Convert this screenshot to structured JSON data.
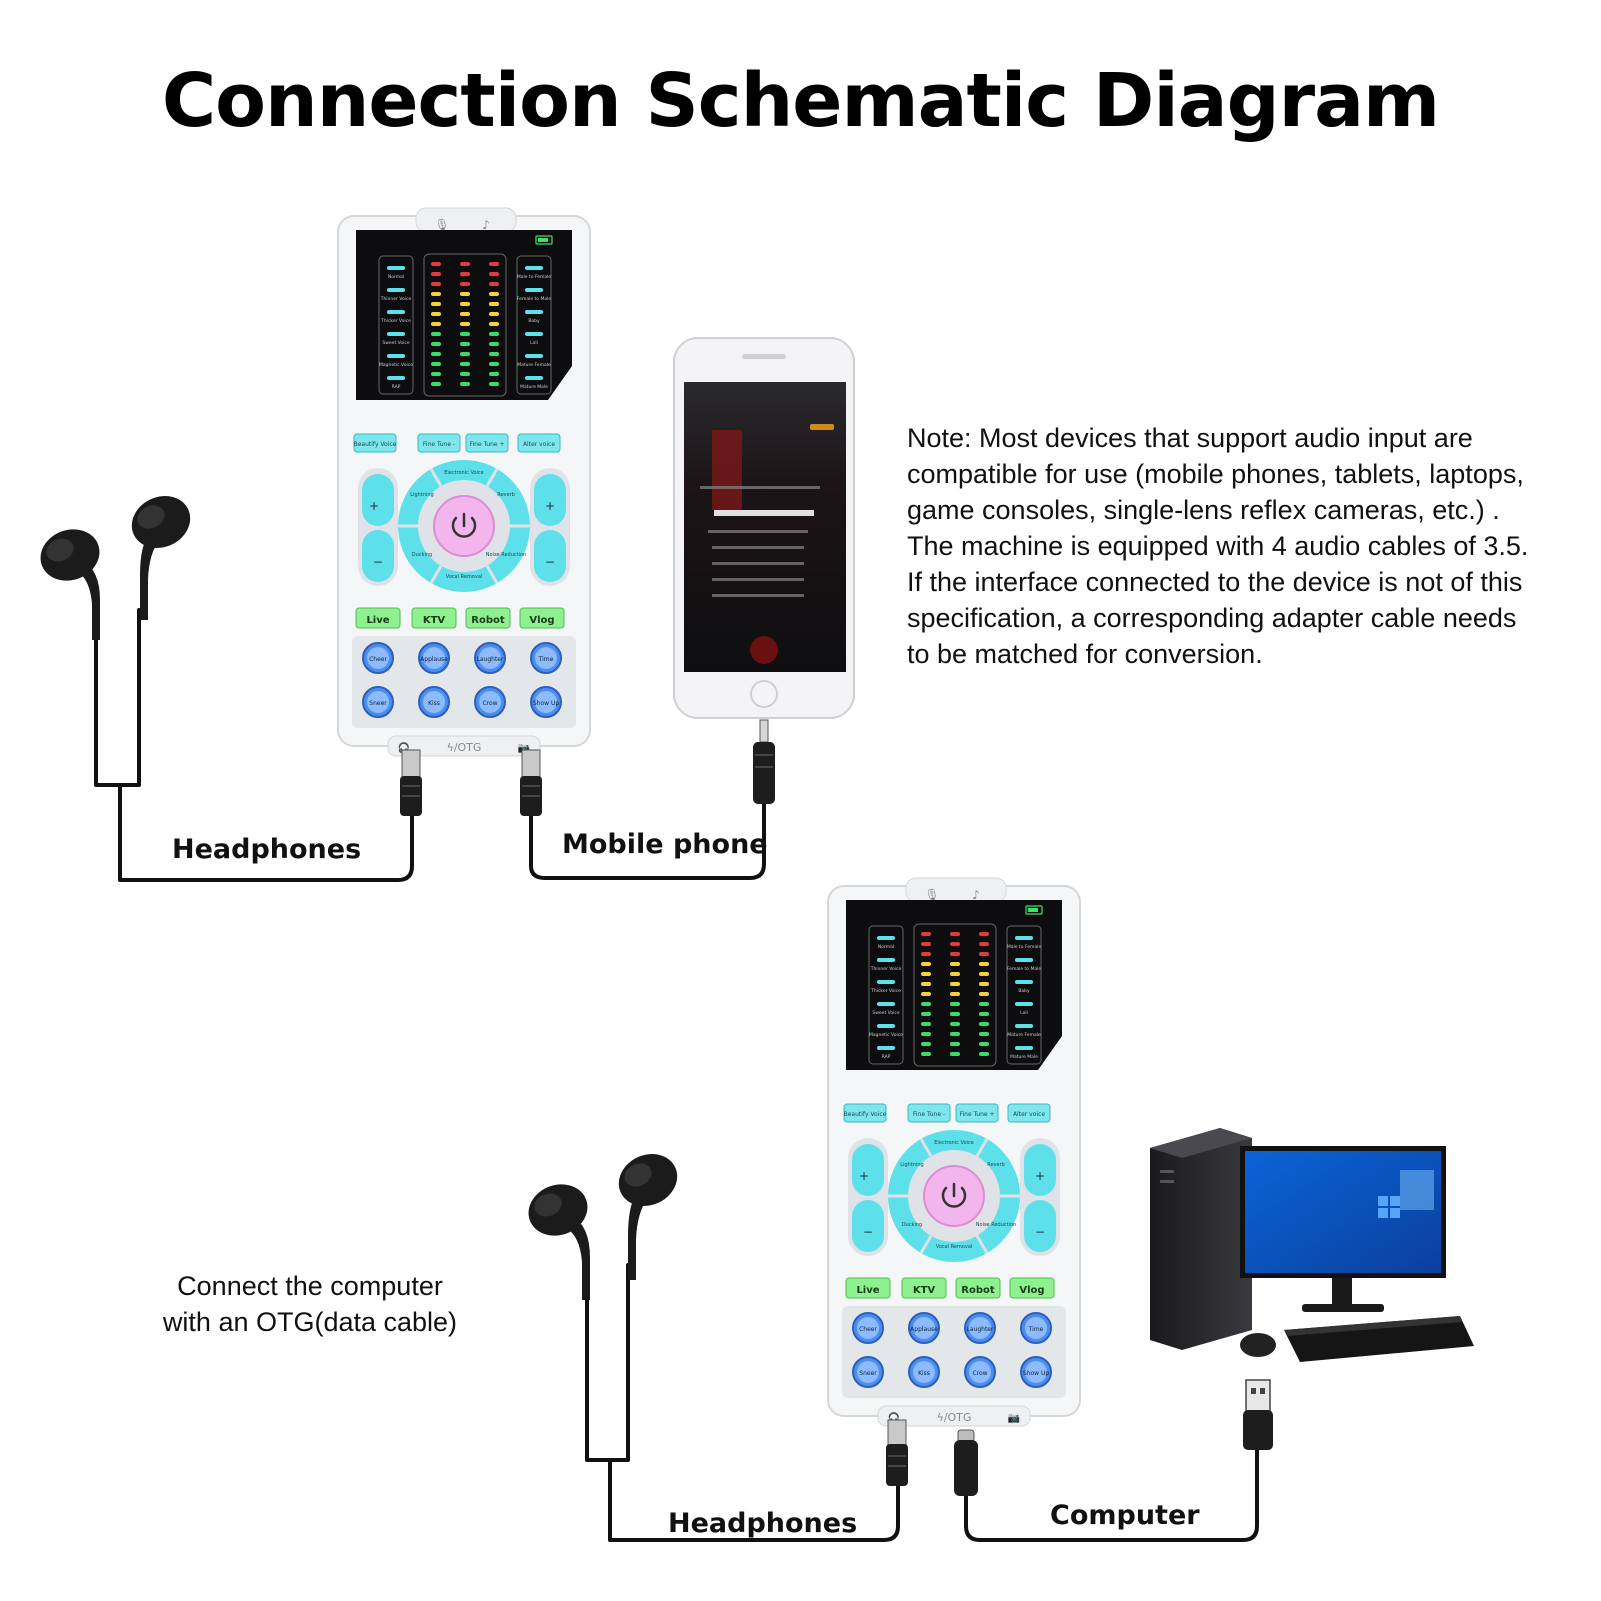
{
  "title": "Connection Schematic Diagram",
  "note": {
    "lines": [
      "Note: Most devices that support audio input are",
      "compatible for use (mobile phones, tablets, laptops,",
      "game consoles, single-lens reflex cameras, etc.) .",
      "The machine is equipped with 4 audio cables of 3.5.",
      "If the interface connected to the device is not of this",
      "specification, a corresponding adapter cable needs",
      "to be matched for conversion."
    ]
  },
  "labels": {
    "headphones_top": "Headphones",
    "mobile_phone": "Mobile phone",
    "headphones_bottom": "Headphones",
    "computer": "Computer",
    "otg_line1": "Connect the computer",
    "otg_line2": "with an OTG(data cable)"
  },
  "device": {
    "left_modes": [
      "Normal",
      "Thinner Voice",
      "Thicker Voice",
      "Sweet Voice",
      "Magnetic Voice",
      "RAP"
    ],
    "right_modes": [
      "Male to Female",
      "Female to Male",
      "Baby",
      "Loli",
      "Mature Female",
      "Mature Male"
    ],
    "top_buttons": [
      "Beautify Voice",
      "Fine Tune -",
      "Fine Tune +",
      "Alter voice"
    ],
    "ring_labels": [
      "Electronic Voice",
      "Reverb",
      "Noise Reduction",
      "Vocal Removal",
      "Ducking",
      "Lightning"
    ],
    "scene_buttons": [
      "Live",
      "KTV",
      "Robot",
      "Vlog"
    ],
    "sound_row1": [
      "Cheer",
      "Applause",
      "Laughter",
      "Time"
    ],
    "sound_row2": [
      "Sneer",
      "Kiss",
      "Crow",
      "Show Up"
    ],
    "port_label": "ϟ/OTG"
  },
  "colors": {
    "cyan": "#5ee0ea",
    "green": "#8ef08e",
    "blue": "#4b8ef0",
    "pink": "#f3b6ec",
    "screen": "#0d0d0f"
  }
}
